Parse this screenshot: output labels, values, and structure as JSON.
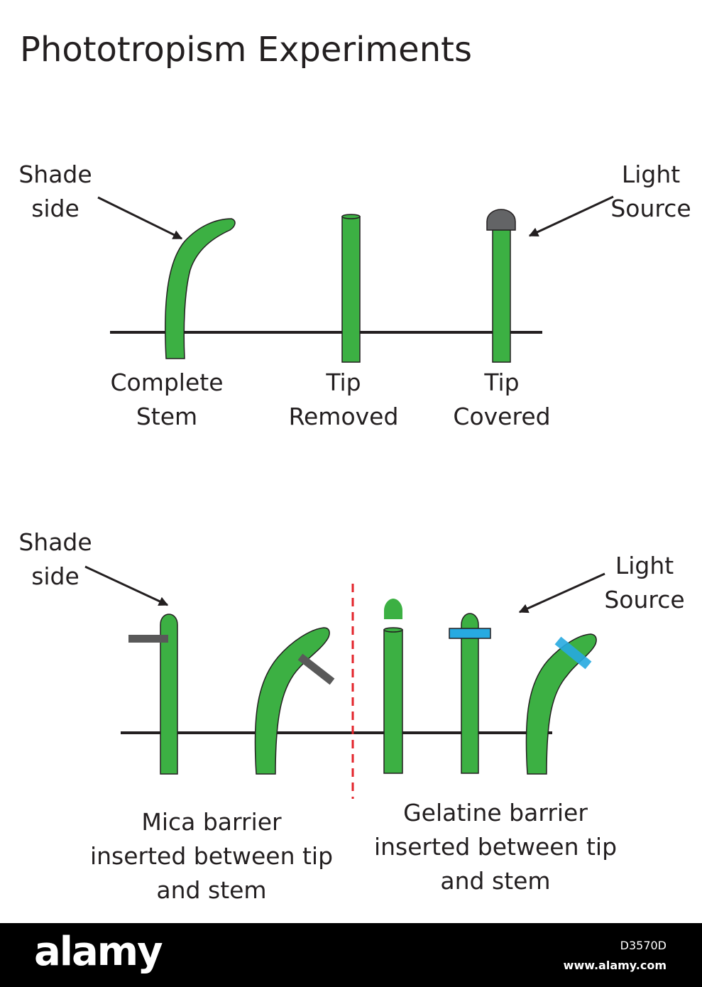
{
  "title": "Phototropism Experiments",
  "top_panel": {
    "shade_label": [
      "Shade",
      "side"
    ],
    "light_label": [
      "Light",
      "Source"
    ],
    "stems": [
      {
        "label": [
          "Complete",
          "Stem"
        ]
      },
      {
        "label": [
          "Tip",
          "Removed"
        ]
      },
      {
        "label": [
          "Tip",
          "Covered"
        ]
      }
    ]
  },
  "bottom_panel": {
    "shade_label": [
      "Shade",
      "side"
    ],
    "light_label": [
      "Light",
      "Source"
    ],
    "mica_caption": [
      "Mica barrier",
      "inserted between tip",
      "and stem"
    ],
    "gelatine_caption": [
      "Gelatine barrier",
      "inserted between tip",
      "and stem"
    ]
  },
  "colors": {
    "stem": "#3cb043",
    "cap": "#636466",
    "mica": "#595959",
    "gelatine": "#27aae1",
    "divider": "#e3242b",
    "ground": "#231f20"
  },
  "footer": {
    "logo": "alamy",
    "image_code": "D3570D",
    "site": "www.alamy.com"
  }
}
